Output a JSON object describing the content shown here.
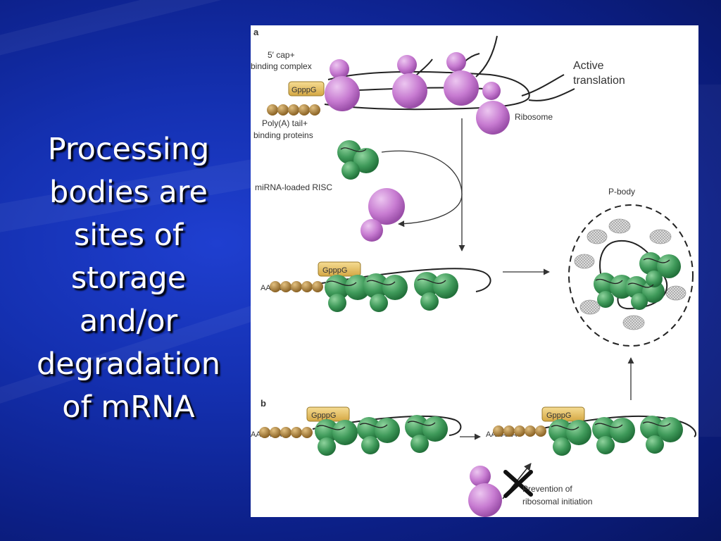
{
  "slide": {
    "title_lines": [
      "Processing",
      "bodies are",
      "sites of",
      "storage",
      "and/or",
      "degradation",
      "of mRNA"
    ]
  },
  "colors": {
    "background": "#1430b0",
    "ribosome": "#c77bd1",
    "risc": "#3f9a5a",
    "cap": "#e8c264",
    "polya_bead": "#b58a3c",
    "pbody_granule": "#cfcfcf"
  },
  "figure": {
    "panel_a": {
      "label": "a",
      "cap_complex_label": [
        "5′ cap+",
        "binding complex"
      ],
      "polya_label": [
        "Poly(A) tail+",
        "binding proteins"
      ],
      "active_translation_label": [
        "Active",
        "translation"
      ],
      "ribosome_label": "Ribosome",
      "risc_label": "miRNA-loaded RISC",
      "cap_text": "GpppG",
      "polya_text": "AAAAAA",
      "pbody_label": "P-body"
    },
    "panel_b": {
      "label": "b",
      "cap_text": "GpppG",
      "polya_text": "AAAAAA",
      "prevention_label": [
        "Prevention of",
        "ribosomal initiation"
      ]
    }
  }
}
